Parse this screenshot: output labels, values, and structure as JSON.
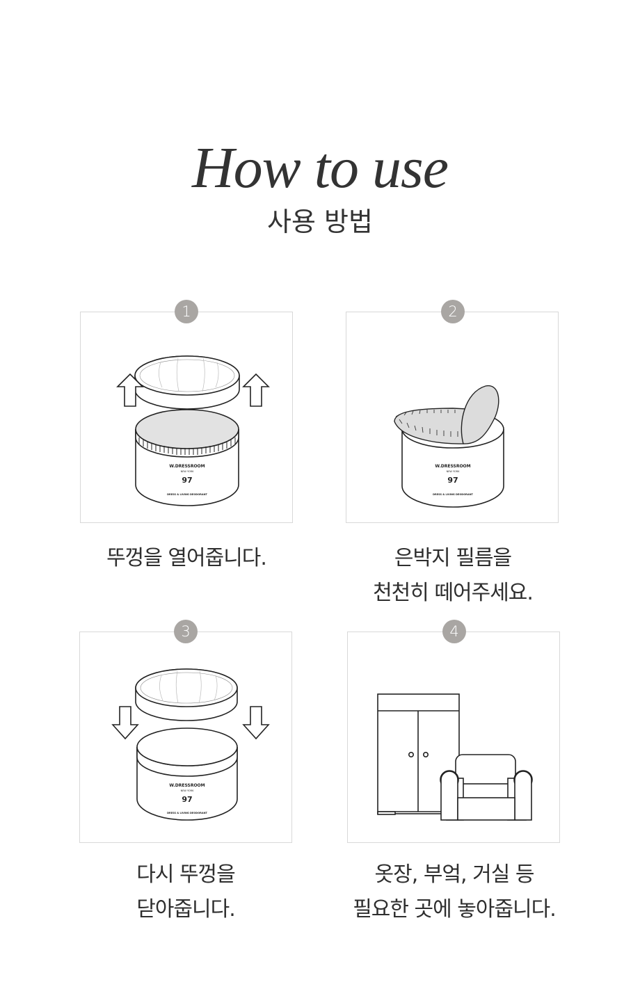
{
  "header": {
    "title": "How to use",
    "subtitle": "사용 방법"
  },
  "steps": [
    {
      "number": "1",
      "lines": [
        "뚜껑을 열어줍니다.",
        ""
      ]
    },
    {
      "number": "2",
      "lines": [
        "은박지 필름을",
        "천천히 떼어주세요."
      ]
    },
    {
      "number": "3",
      "lines": [
        "다시 뚜껑을",
        "닫아줍니다."
      ]
    },
    {
      "number": "4",
      "lines": [
        "옷장, 부엌, 거실 등",
        "필요한 곳에 놓아줍니다."
      ]
    }
  ],
  "product_label": {
    "brand": "W.DRESSROOM",
    "city": "NEW YORK",
    "number": "97",
    "type": "DRESS & LIVING DEODORANT"
  },
  "colors": {
    "badge": "#a9a6a3",
    "border": "#d8d8d8",
    "foil": "#dcdcdc",
    "text": "#2e2e2e"
  },
  "icons": [
    "arrow-up-icon",
    "arrow-down-icon",
    "jar-icon",
    "lid-icon",
    "foil-film-icon",
    "wardrobe-icon",
    "armchair-icon"
  ]
}
